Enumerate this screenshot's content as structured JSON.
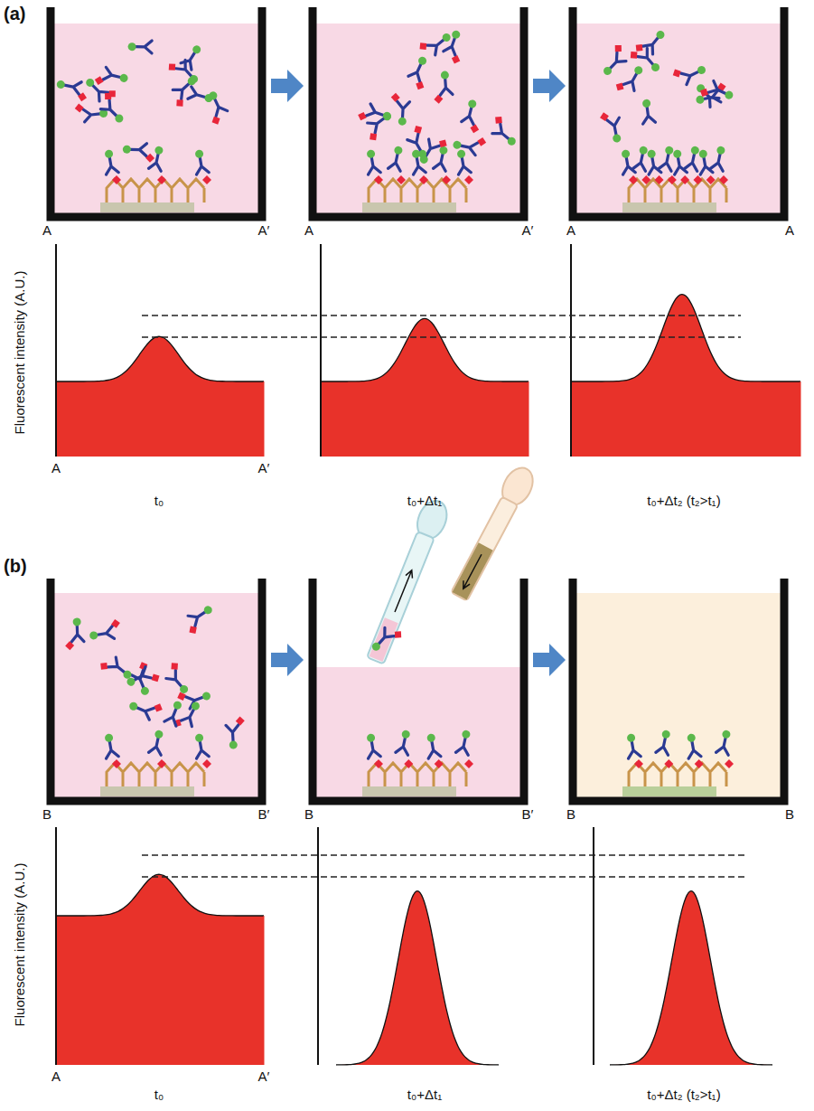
{
  "diagram": {
    "labels": [
      "(a)",
      "A",
      "A′",
      "A",
      "A′",
      "A",
      "A",
      "Fluorescent intensity (A.U.)",
      "A",
      "A′",
      "t₀",
      "t₀+Δt₁",
      "t₀+Δt₂ (t₂>t₁)",
      "(b)",
      "B",
      "B′",
      "B",
      "B′",
      "B",
      "B",
      "Fluorescent intensity (A.U.)",
      "A",
      "A′",
      "t₀",
      "t₀+Δt₁",
      "t₀+Δt₂ (t₂>t₁)"
    ]
  }
}
